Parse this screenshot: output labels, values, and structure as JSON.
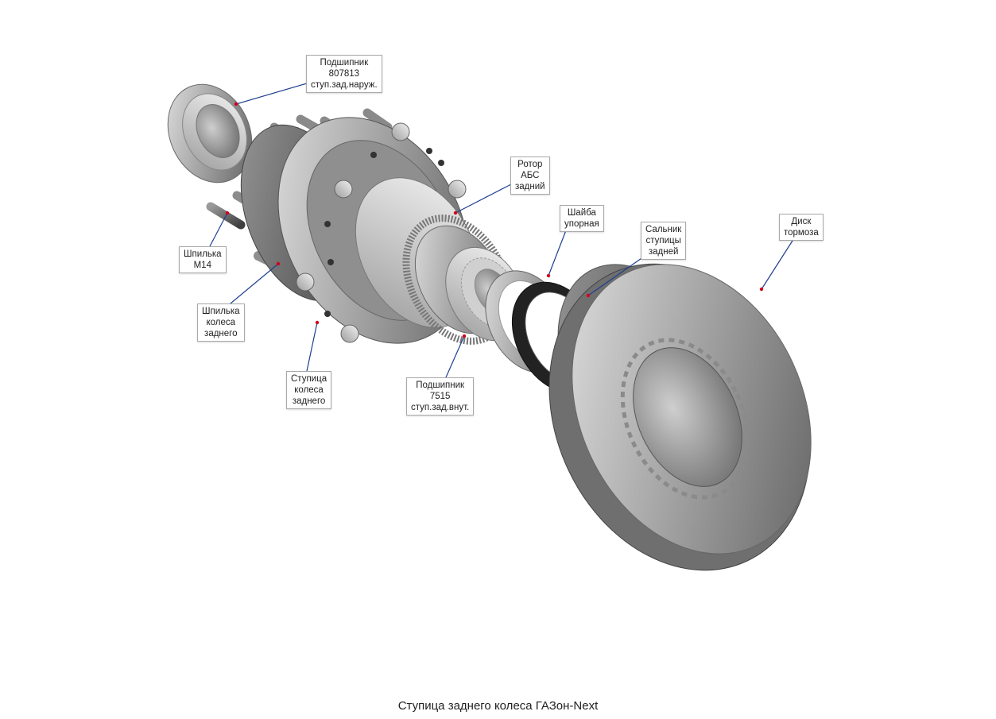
{
  "caption": "Ступица заднего колеса ГАЗон-Next",
  "colors": {
    "leader": "#1f3f8f",
    "marker": "#d0021b",
    "metal": "#9a9a9a"
  },
  "callouts": [
    {
      "id": "bearing-807813",
      "lines": [
        "Подшипник",
        "807813",
        "ступ.зад.наруж."
      ]
    },
    {
      "id": "abs-rotor",
      "lines": [
        "Ротор",
        "АБС",
        "задний"
      ]
    },
    {
      "id": "thrust-washer",
      "lines": [
        "Шайба",
        "упорная"
      ]
    },
    {
      "id": "hub-seal",
      "lines": [
        "Сальник",
        "ступицы",
        "задней"
      ]
    },
    {
      "id": "brake-disc",
      "lines": [
        "Диск",
        "тормоза"
      ]
    },
    {
      "id": "stud-m14",
      "lines": [
        "Шпилька",
        "М14"
      ]
    },
    {
      "id": "wheel-stud",
      "lines": [
        "Шпилька",
        "колеса",
        "заднего"
      ]
    },
    {
      "id": "wheel-hub",
      "lines": [
        "Ступица",
        "колеса",
        "заднего"
      ]
    },
    {
      "id": "bearing-7515",
      "lines": [
        "Подшипник",
        "7515",
        "ступ.зад.внут."
      ]
    }
  ]
}
